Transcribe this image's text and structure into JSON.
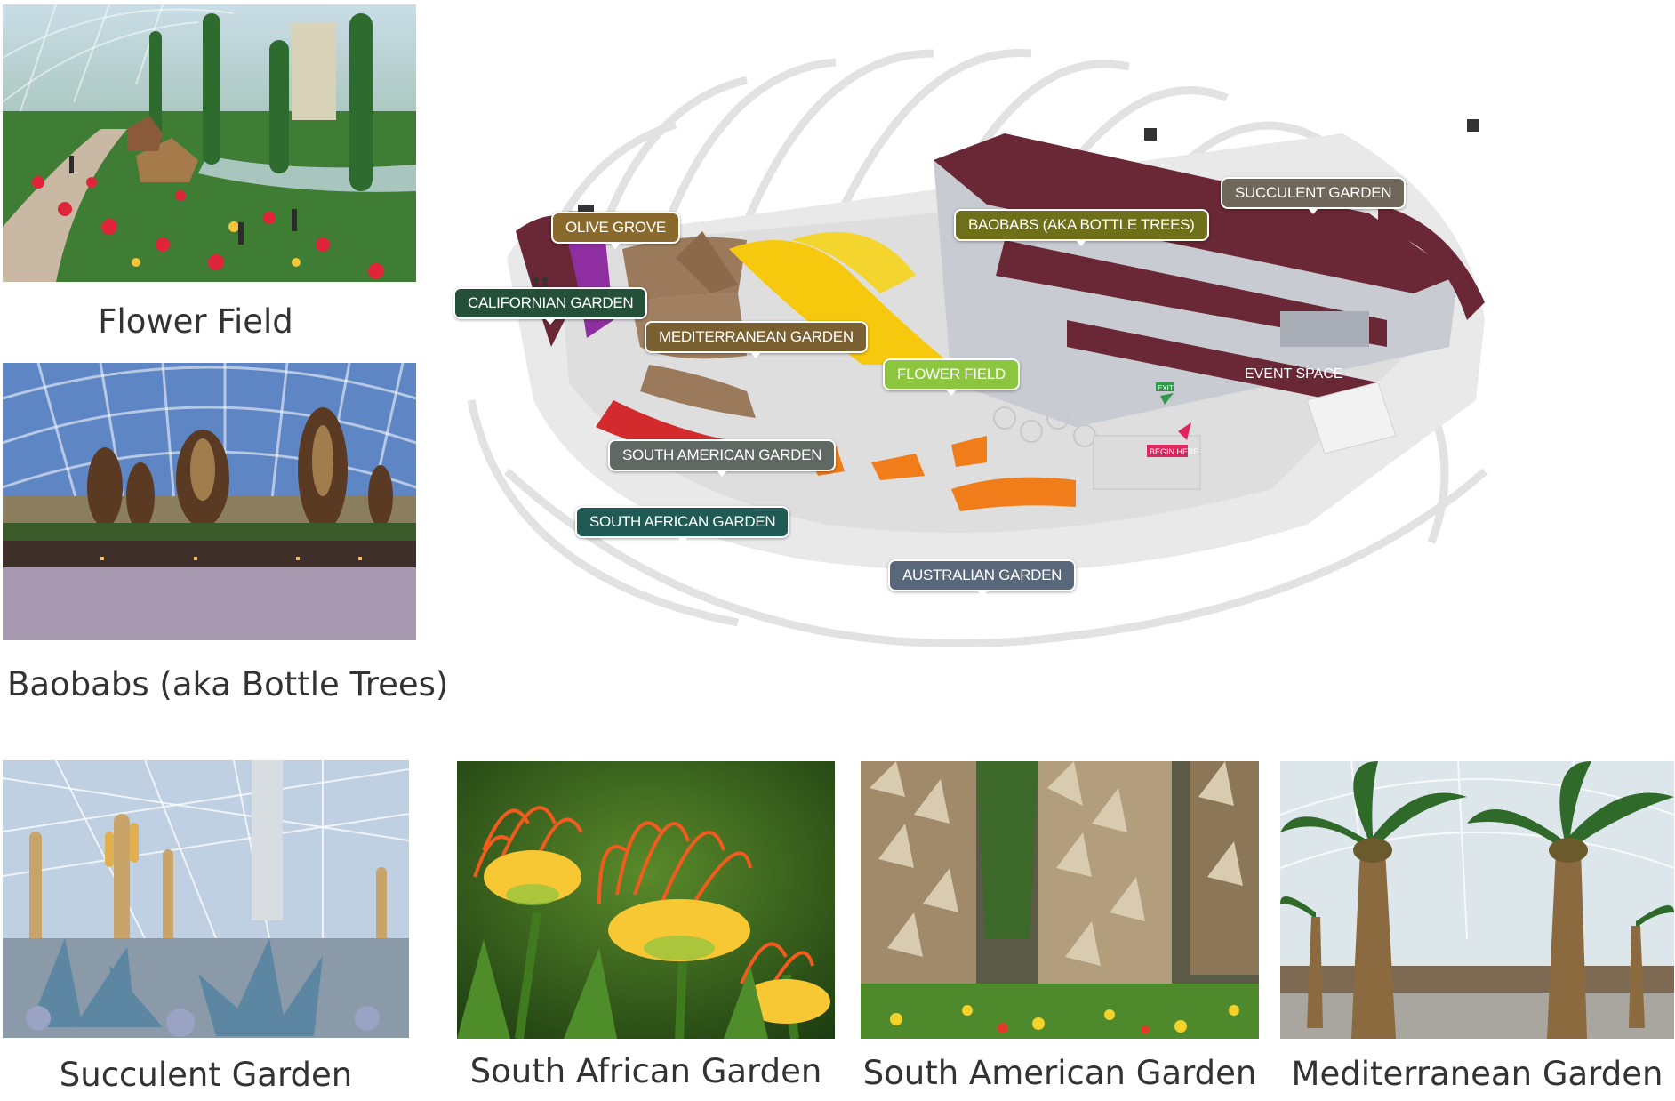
{
  "photos": {
    "flower_field": {
      "caption": "Flower Field"
    },
    "baobabs": {
      "caption": "Baobabs (aka Bottle Trees)"
    },
    "succulent": {
      "caption": "Succulent Garden"
    },
    "south_african": {
      "caption": "South African Garden"
    },
    "south_american": {
      "caption": "South American Garden"
    },
    "mediterranean": {
      "caption": "Mediterranean Garden"
    }
  },
  "map": {
    "labels": {
      "olive_grove": "OLIVE GROVE",
      "californian": "CALIFORNIAN GARDEN",
      "mediterranean": "MEDITERRANEAN GARDEN",
      "flower_field": "FLOWER FIELD",
      "baobabs": "BAOBABS (AKA BOTTLE TREES)",
      "succulent": "SUCCULENT GARDEN",
      "south_american": "SOUTH AMERICAN GARDEN",
      "south_african": "SOUTH AFRICAN GARDEN",
      "australian": "AUSTRALIAN GARDEN"
    },
    "small_text": {
      "event_space": "EVENT SPACE",
      "exit": "EXIT",
      "you_are_here": "BEGIN HERE"
    }
  },
  "colors": {
    "olive_grove": "#8a6a2c",
    "californian": "#24503a",
    "mediterranean": "#7a6030",
    "flower_field": "#8cc63f",
    "baobabs": "#6f6f1a",
    "succulent": "#6e675a",
    "south_american": "#5f6862",
    "south_african": "#1f5a55",
    "australian": "#58677a",
    "caption": "#333333"
  },
  "icons": {
    "map": "conservatory-map-illustration",
    "restroom": "restroom-icon",
    "lift": "lift-icon"
  }
}
